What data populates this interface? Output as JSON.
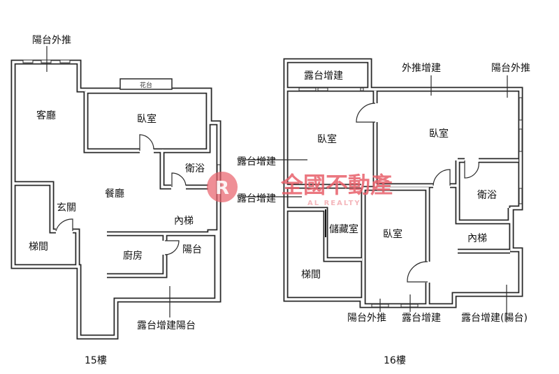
{
  "floor_15": {
    "caption": "15樓",
    "labels": {
      "balcony_push_out": "陽台外推",
      "planter": "花台",
      "living_room": "客廳",
      "bedroom": "臥室",
      "bathroom": "衛浴",
      "dining_room": "餐廳",
      "foyer": "玄關",
      "stairwell": "梯間",
      "inner_stairs": "內梯",
      "kitchen": "廚房",
      "balcony": "陽台",
      "terrace_extension_balcony": "露台增建陽台"
    }
  },
  "floor_16": {
    "caption": "16樓",
    "labels": {
      "terrace_extension_top": "露台增建",
      "push_out_extension": "外推增建",
      "balcony_push_out_top": "陽台外推",
      "bedroom_left": "臥室",
      "bedroom_main": "臥室",
      "bedroom_middle": "臥室",
      "bathroom": "衛浴",
      "storage_room": "儲藏室",
      "stairwell": "梯間",
      "inner_stairs": "內梯",
      "terrace_extension_left_1": "露台增建",
      "terrace_extension_left_2": "露台增建",
      "balcony_push_out_bottom": "陽台外推",
      "terrace_extension_bottom": "露台增建",
      "terrace_extension_balcony": "露台增建(陽台)"
    }
  },
  "watermark": {
    "brand": "全國不動產",
    "subtitle": "NATIONAL REALTY",
    "visible_subtitle": "AL REALTY",
    "color": "#e8606a"
  }
}
